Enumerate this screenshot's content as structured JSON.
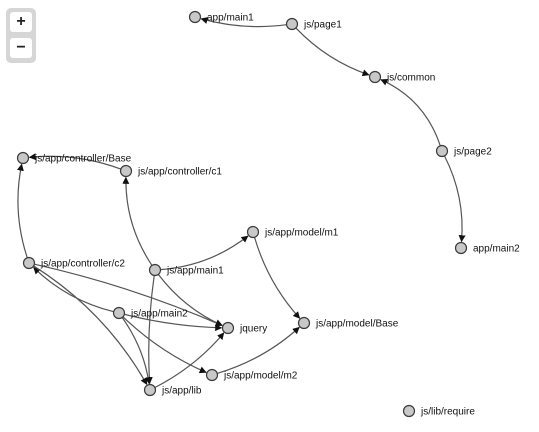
{
  "zoom": {
    "in_label": "+",
    "out_label": "−"
  },
  "nodes": [
    {
      "id": "app/main1",
      "label": "app/main1"
    },
    {
      "id": "js/page1",
      "label": "js/page1"
    },
    {
      "id": "js/common",
      "label": "js/common"
    },
    {
      "id": "js/page2",
      "label": "js/page2"
    },
    {
      "id": "app/main2",
      "label": "app/main2"
    },
    {
      "id": "js/app/controller/Base",
      "label": "js/app/controller/Base"
    },
    {
      "id": "js/app/controller/c1",
      "label": "js/app/controller/c1"
    },
    {
      "id": "js/app/model/m1",
      "label": "js/app/model/m1"
    },
    {
      "id": "js/app/controller/c2",
      "label": "js/app/controller/c2"
    },
    {
      "id": "js/app/main1",
      "label": "js/app/main1"
    },
    {
      "id": "js/app/main2",
      "label": "js/app/main2"
    },
    {
      "id": "jquery",
      "label": "jquery"
    },
    {
      "id": "js/app/model/Base",
      "label": "js/app/model/Base"
    },
    {
      "id": "js/app/model/m2",
      "label": "js/app/model/m2"
    },
    {
      "id": "js/app/lib",
      "label": "js/app/lib"
    },
    {
      "id": "js/lib/require",
      "label": "js/lib/require"
    }
  ],
  "edges": [
    {
      "from": "js/page1",
      "to": "app/main1"
    },
    {
      "from": "js/page1",
      "to": "js/common"
    },
    {
      "from": "js/page2",
      "to": "js/common"
    },
    {
      "from": "js/page2",
      "to": "app/main2"
    },
    {
      "from": "js/app/controller/c1",
      "to": "js/app/controller/Base"
    },
    {
      "from": "js/app/controller/c2",
      "to": "js/app/controller/Base"
    },
    {
      "from": "js/app/main1",
      "to": "js/app/controller/c1"
    },
    {
      "from": "js/app/main1",
      "to": "js/app/model/m1"
    },
    {
      "from": "js/app/main1",
      "to": "jquery"
    },
    {
      "from": "js/app/main1",
      "to": "js/app/lib"
    },
    {
      "from": "js/app/main2",
      "to": "js/app/controller/c2"
    },
    {
      "from": "js/app/main2",
      "to": "jquery"
    },
    {
      "from": "js/app/main2",
      "to": "js/app/model/m2"
    },
    {
      "from": "js/app/main2",
      "to": "js/app/lib"
    },
    {
      "from": "js/app/model/m1",
      "to": "js/app/model/Base"
    },
    {
      "from": "js/app/model/m2",
      "to": "js/app/model/Base"
    },
    {
      "from": "js/app/lib",
      "to": "jquery"
    },
    {
      "from": "js/app/controller/c2",
      "to": "jquery"
    },
    {
      "from": "js/app/controller/c2",
      "to": "js/app/lib"
    }
  ]
}
